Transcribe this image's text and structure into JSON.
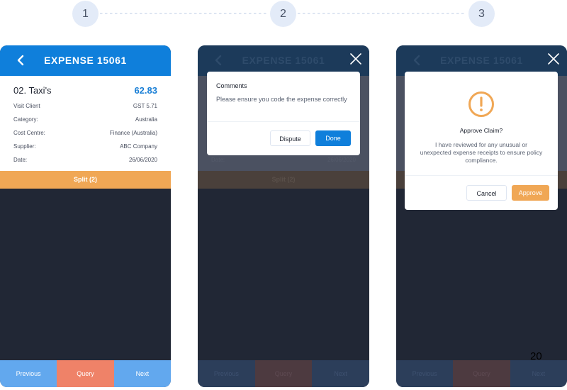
{
  "stepper": {
    "steps": [
      "1",
      "2",
      "3"
    ]
  },
  "expense": {
    "title": "EXPENSE 15061",
    "item_name": "02. Taxi's",
    "amount": "62.83",
    "rows": [
      {
        "label": "Visit Client",
        "value": "GST 5.71"
      },
      {
        "label": "Category:",
        "value": "Australia"
      },
      {
        "label": "Cost Centre:",
        "value": "Finance (Australia)"
      },
      {
        "label": "Supplier:",
        "value": "ABC Company"
      },
      {
        "label": "Date:",
        "value": "26/06/2020"
      }
    ],
    "split_label": "Split (2)",
    "nav": {
      "previous": "Previous",
      "query": "Query",
      "next": "Next"
    }
  },
  "comments_modal": {
    "title": "Comments",
    "text": "Please ensure you code the expense correctly",
    "dispute_label": "Dispute",
    "done_label": "Done"
  },
  "approve_modal": {
    "icon": "warning-circle-icon",
    "title": "Approve Claim?",
    "text": "I have reviewed for any unusual or unexpected expense receipts to ensure policy compliance.",
    "cancel_label": "Cancel",
    "approve_label": "Approve"
  },
  "page_number": "20",
  "colors": {
    "primary_blue": "#0f7fdb",
    "accent_orange": "#f0a755",
    "query_red": "#ef8268",
    "nav_blue": "#62a8ee",
    "dark_bg": "#212735"
  }
}
